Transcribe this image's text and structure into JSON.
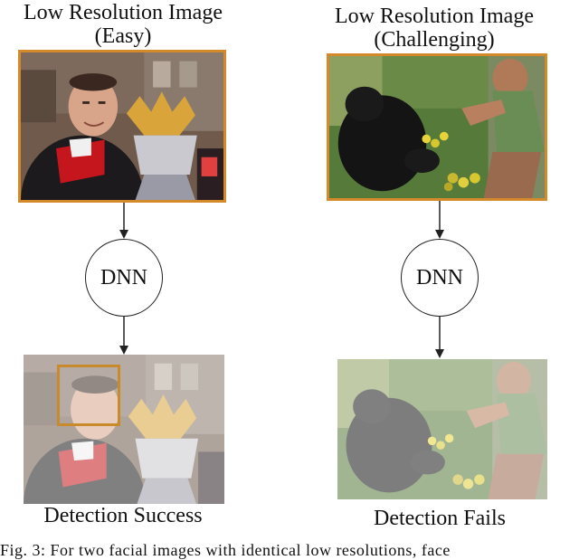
{
  "left": {
    "title_line1": "Low Resolution Image",
    "title_line2": "(Easy)",
    "model_label": "DNN",
    "result_label": "Detection Success"
  },
  "right": {
    "title_line1": "Low Resolution Image",
    "title_line2": "(Challenging)",
    "model_label": "DNN",
    "result_label": "Detection Fails"
  },
  "caption": "Fig. 3: For two facial images with identical low resolutions, face",
  "colors": {
    "frame": "#d4892a",
    "bbox": "#c98a2c",
    "stroke": "#222222"
  }
}
